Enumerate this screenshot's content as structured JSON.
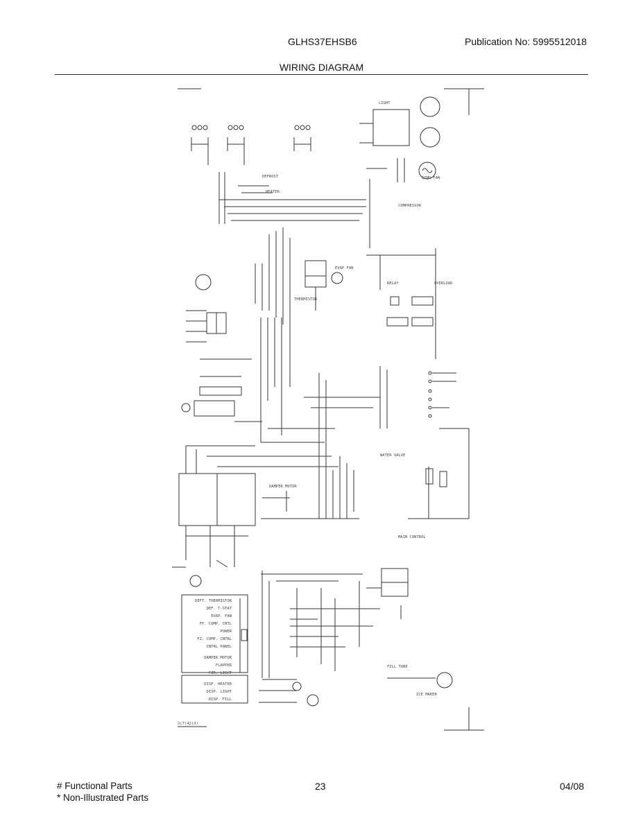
{
  "header": {
    "model": "GLHS37EHSB6",
    "publication": "Publication No:  5995512018",
    "title": "WIRING DIAGRAM"
  },
  "diagram": {
    "labels": {
      "compressor": "COMPRESSOR",
      "defrost": "DEFROST",
      "heater": "HEATER",
      "thermistor": "THERMISTOR",
      "damper_motor": "DAMPER MOTOR",
      "fill_tube": "FILL TUBE",
      "ice_maker": "ICE MAKER",
      "evap_fan": "EVAP FAN",
      "cond_fan": "COND FAN",
      "water_valve": "WATER VALVE",
      "main_control": "MAIN CONTROL",
      "overload": "OVERLOAD",
      "relay": "RELAY",
      "light": "LIGHT"
    },
    "legend_items": [
      "DEFT. THERMISTOR",
      "DEF. T-STAT",
      "EVAP. FAN",
      "FF. COMP. CNTL",
      "POWER",
      "FZ. COMP. CNTRL",
      "CNTRL PANEL",
      "DAMPER MOTOR",
      "FLAPPER",
      "FZR. LIGHT"
    ],
    "bottom_items": [
      "DISP. HEATER",
      "DISP. LIGHT",
      "DISP. FILL"
    ],
    "doc_code": "2(7)42(3)"
  },
  "footer": {
    "functional": "# Functional Parts",
    "non_illustrated": "* Non-Illustrated Parts",
    "page": "23",
    "date": "04/08"
  }
}
